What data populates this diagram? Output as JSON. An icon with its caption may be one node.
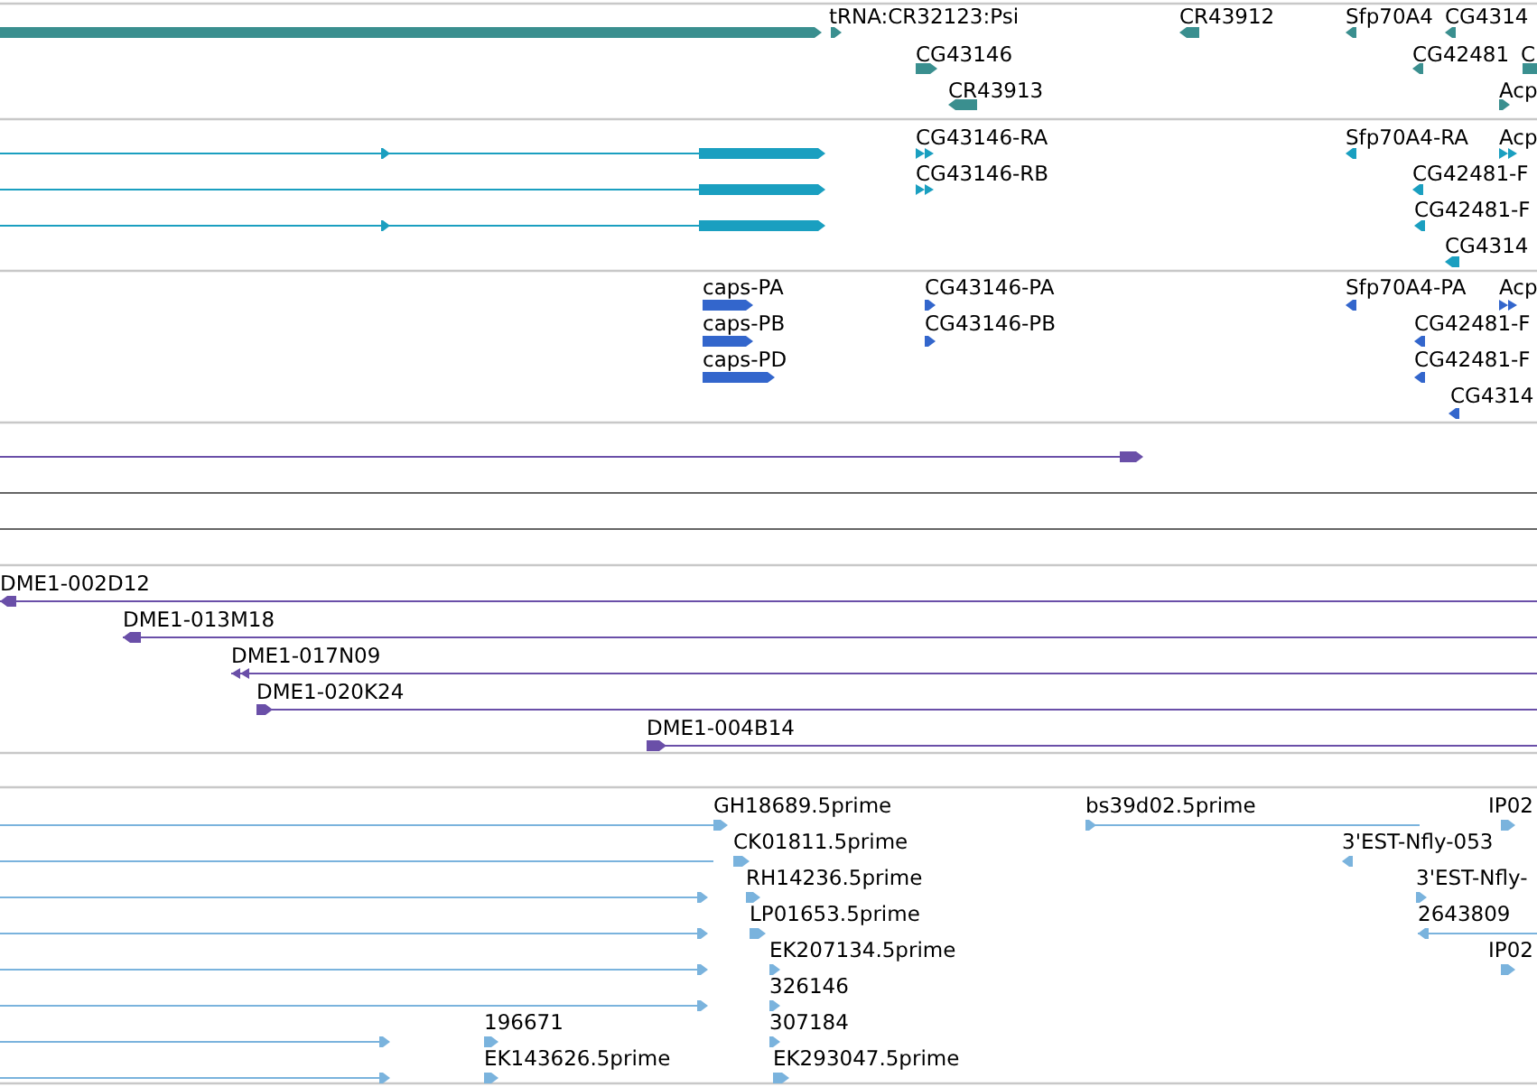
{
  "diagram": {
    "labels": [
      "tRNA:CR32123:Psi",
      "CR43912",
      "Sfp70A4",
      "CG4314",
      "CG43146",
      "CG42481",
      "C",
      "CR43913",
      "Acp",
      "CG43146-RA",
      "Sfp70A4-RA",
      "Acp",
      "CG43146-RB",
      "CG42481-F",
      "CG42481-F",
      "CG4314",
      "caps-PA",
      "CG43146-PA",
      "Sfp70A4-PA",
      "Acp",
      "caps-PB",
      "CG43146-PB",
      "CG42481-F",
      "caps-PD",
      "CG42481-F",
      "CG4314",
      "DME1-002D12",
      "DME1-013M18",
      "DME1-017N09",
      "DME1-020K24",
      "DME1-004B14",
      "GH18689.5prime",
      "bs39d02.5prime",
      "IP02",
      "CK01811.5prime",
      "3'EST-Nfly-053",
      "RH14236.5prime",
      "3'EST-Nfly-",
      "LP01653.5prime",
      "2643809",
      "EK207134.5prime",
      "IP02",
      "326146",
      "196671",
      "307184",
      "EK143626.5prime",
      "EK293047.5prime"
    ]
  }
}
